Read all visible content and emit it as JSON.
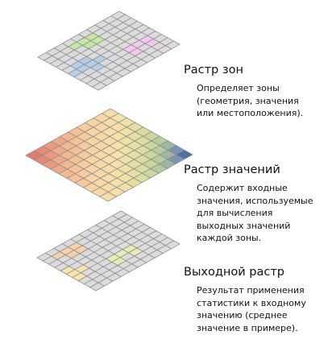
{
  "colors": {
    "grid_line": "#8f8f8f",
    "cell_default": "#dcdcdc"
  },
  "layers": [
    {
      "id": "zone",
      "title": "Растр зон",
      "description": "Определяет зоны\n(геометрия, значения\nили местоположения).",
      "default_color": "#dcdcdc",
      "cells": [
        {
          "r": 1,
          "c": 6,
          "color": "#f2c7f0"
        },
        {
          "r": 1,
          "c": 7,
          "color": "#f2c7f0"
        },
        {
          "r": 2,
          "c": 6,
          "color": "#f2c7f0"
        },
        {
          "r": 3,
          "c": 6,
          "color": "#f2c7f0"
        },
        {
          "r": 3,
          "c": 7,
          "color": "#f2c7f0"
        },
        {
          "r": 4,
          "c": 1,
          "color": "#c3e9a2"
        },
        {
          "r": 4,
          "c": 2,
          "color": "#c3e9a2"
        },
        {
          "r": 5,
          "c": 1,
          "color": "#c3e9a2"
        },
        {
          "r": 5,
          "c": 2,
          "color": "#c3e9a2"
        },
        {
          "r": 6,
          "c": 1,
          "color": "#c3e9a2"
        },
        {
          "r": 6,
          "c": 5,
          "color": "#b6cfe9"
        },
        {
          "r": 7,
          "c": 4,
          "color": "#b6cfe9"
        },
        {
          "r": 7,
          "c": 5,
          "color": "#b6cfe9"
        },
        {
          "r": 7,
          "c": 6,
          "color": "#b6cfe9"
        },
        {
          "r": 8,
          "c": 4,
          "color": "#b6cfe9"
        },
        {
          "r": 8,
          "c": 5,
          "color": "#b6cfe9"
        },
        {
          "r": 9,
          "c": 5,
          "color": "#b6cfe9"
        }
      ]
    },
    {
      "id": "value",
      "title": "Растр значений",
      "description": "Содержит входные\nзначения, используемые\nдля вычисления\nвыходных значений\nкаждой зоны.",
      "gradient": true,
      "default_color": "#dcdcdc",
      "cells": []
    },
    {
      "id": "output",
      "title": "Выходной растр",
      "description": "Результат применения\nстатистики к входному\nзначению (среднее\nзначение в примере).",
      "default_color": "#dcdcdc",
      "cells": [
        {
          "r": 3,
          "c": 6,
          "color": "#e7ecb4"
        },
        {
          "r": 3,
          "c": 7,
          "color": "#e7ecb4"
        },
        {
          "r": 4,
          "c": 6,
          "color": "#e7ecb4"
        },
        {
          "r": 5,
          "c": 6,
          "color": "#e7ecb4"
        },
        {
          "r": 5,
          "c": 7,
          "color": "#e7ecb4"
        },
        {
          "r": 6,
          "c": 1,
          "color": "#f7d1ac"
        },
        {
          "r": 6,
          "c": 2,
          "color": "#f7d1ac"
        },
        {
          "r": 7,
          "c": 1,
          "color": "#f7d1ac"
        },
        {
          "r": 7,
          "c": 2,
          "color": "#f7d1ac"
        },
        {
          "r": 8,
          "c": 1,
          "color": "#f7d1ac"
        },
        {
          "r": 8,
          "c": 5,
          "color": "#fae6ac"
        },
        {
          "r": 9,
          "c": 4,
          "color": "#fae6ac"
        },
        {
          "r": 9,
          "c": 5,
          "color": "#fae6ac"
        },
        {
          "r": 9,
          "c": 6,
          "color": "#fae6ac"
        },
        {
          "r": 10,
          "c": 4,
          "color": "#fae6ac"
        },
        {
          "r": 10,
          "c": 5,
          "color": "#fae6ac"
        },
        {
          "r": 11,
          "c": 5,
          "color": "#fae6ac"
        }
      ]
    }
  ]
}
